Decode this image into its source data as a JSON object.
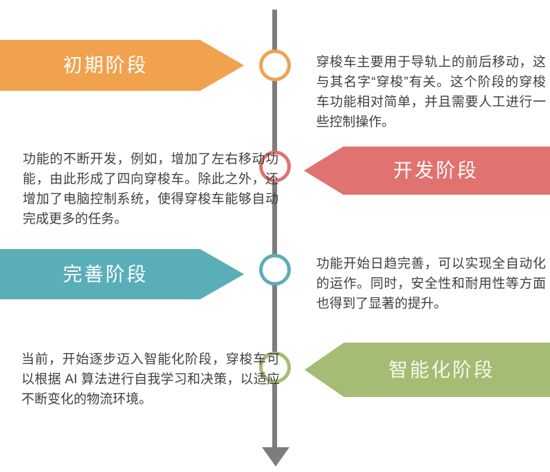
{
  "diagram": {
    "type": "vertical-timeline",
    "line_color": "#7D7D7D",
    "body_text_color": "#3F3F3F",
    "background_color": "#FFFFFF"
  },
  "stages": [
    {
      "label": "初期阶段",
      "side": "left",
      "color": "#F0A24F",
      "label_color": "#FFFFFF",
      "description": "穿梭车主要用于导轨上的前后移动，这与其名字“穿梭”有关。这个阶段的穿梭车功能相对简单，并且需要人工进行一些控制操作。"
    },
    {
      "label": "开发阶段",
      "side": "right",
      "color": "#E0726F",
      "label_color": "#FFFFFF",
      "description": "功能的不断开发，例如，增加了左右移动功能，由此形成了四向穿梭车。除此之外，还增加了电脑控制系统，使得穿梭车能够自动完成更多的任务。"
    },
    {
      "label": "完善阶段",
      "side": "left",
      "color": "#5AAEB8",
      "label_color": "#FFFFFF",
      "description": "功能开始日趋完善，可以实现全自动化的运作。同时，安全性和耐用性等方面也得到了显著的提升。"
    },
    {
      "label": "智能化阶段",
      "side": "right",
      "color": "#A4BC74",
      "label_color": "#FAF8EB",
      "description": "当前，开始逐步迈入智能化阶段，穿梭车可以根据 AI 算法进行自我学习和决策，以适应不断变化的物流环境。"
    }
  ]
}
